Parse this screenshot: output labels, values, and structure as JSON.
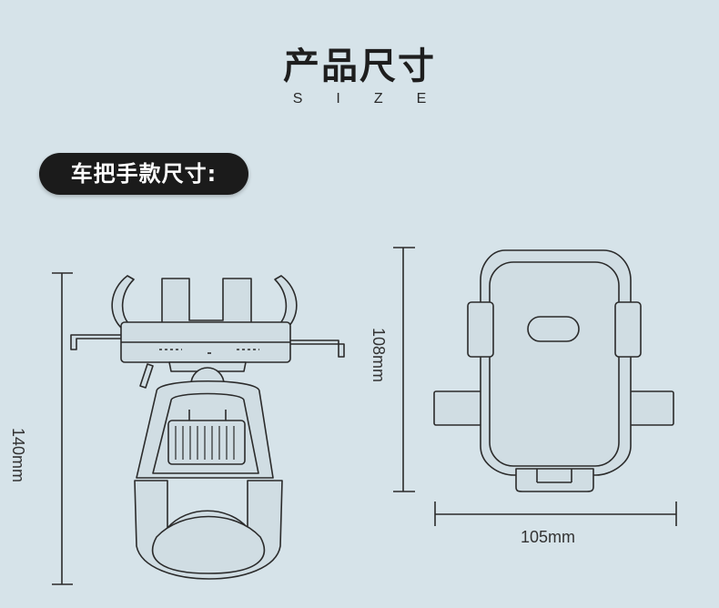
{
  "header": {
    "title": "产品尺寸",
    "subtitle": "SIZE"
  },
  "section": {
    "label": "车把手款尺寸:"
  },
  "dimensions": {
    "side_height": "140mm",
    "front_height": "108mm",
    "front_width": "105mm"
  }
}
